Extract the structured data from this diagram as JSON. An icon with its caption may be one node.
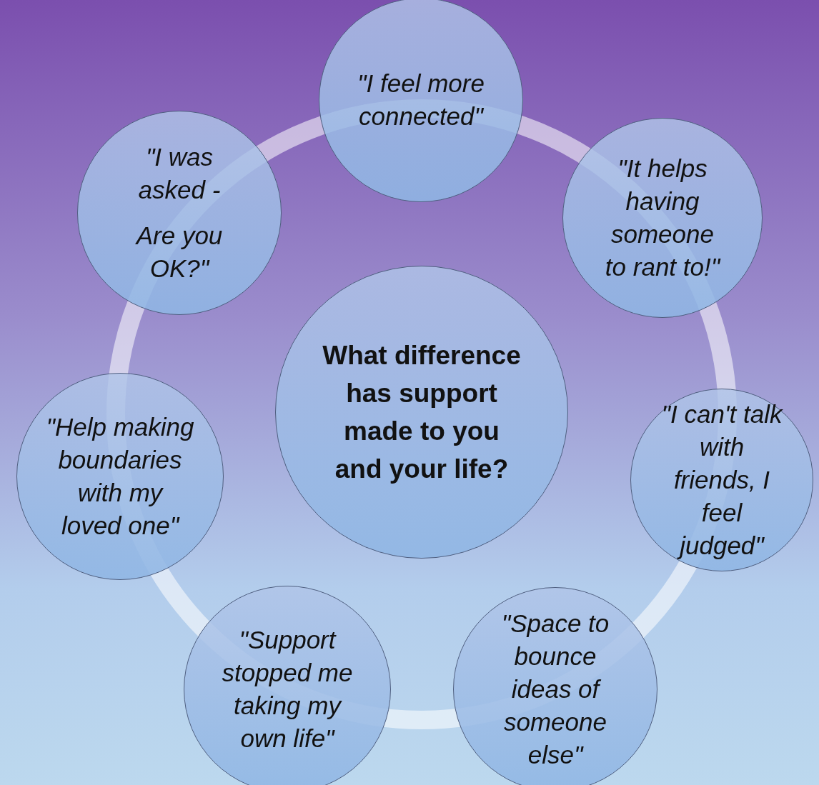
{
  "diagram": {
    "nodes": [
      {
        "text": [
          "What difference has support made to you and your life?"
        ]
      },
      {
        "text": [
          "\"I feel more connected\""
        ]
      },
      {
        "text": [
          "\"It helps having someone to rant to!\""
        ]
      },
      {
        "text": [
          "\"I can't talk with friends, I feel judged\""
        ]
      },
      {
        "text": [
          "\"Space to bounce ideas of someone else\""
        ]
      },
      {
        "text": [
          "\"Support stopped me taking my own life\""
        ]
      },
      {
        "text": [
          "\"Help making boundaries with my loved one\""
        ]
      },
      {
        "text": [
          "\"I was asked -",
          "Are you OK?\""
        ]
      }
    ]
  }
}
